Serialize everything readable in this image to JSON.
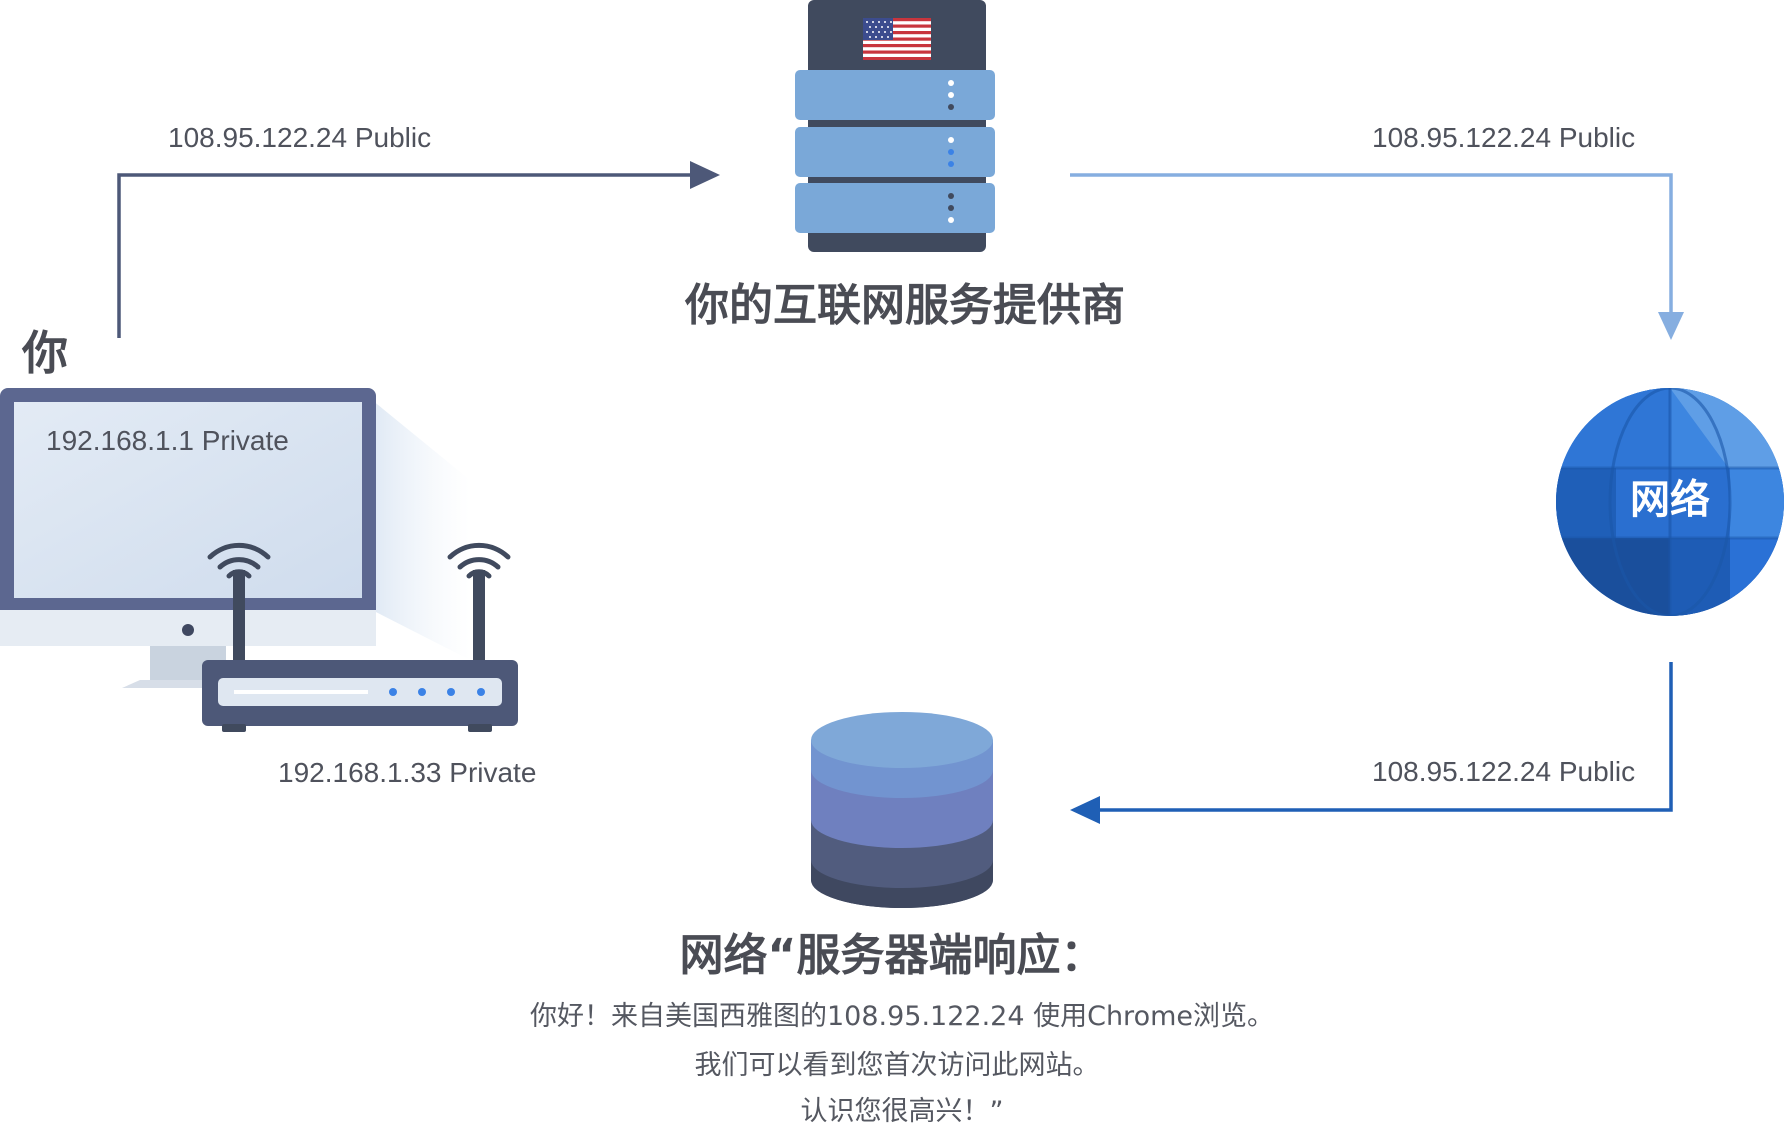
{
  "you_label": "你",
  "isp_title": "你的互联网服务提供商",
  "network_label": "网络",
  "server_title": "网络“服务器端响应：",
  "ip_labels": {
    "isp_inbound": "108.95.122.24 Public",
    "isp_outbound": "108.95.122.24 Public",
    "return_path": "108.95.122.24 Public",
    "computer": "192.168.1.1 Private",
    "router": "192.168.1.33 Private"
  },
  "server_message": [
    "你好！来自美国西雅图的108.95.122.24 使用Chrome浏览。",
    "我们可以看到您首次访问此网站。",
    "认识您很高兴！”"
  ],
  "colors": {
    "arrow_dark": "#4d5878",
    "arrow_light": "#86aee0",
    "arrow_blue": "#1f5fb5",
    "server_rack": "#404a5e",
    "server_unit": "#7aa8d8",
    "globe": "#2a6fd0",
    "database_top": "#7fa8d8",
    "database_mid": "#6f80bf",
    "database_low": "#515c7e",
    "database_base": "#3f4860",
    "text": "#4a4c54"
  },
  "icons": [
    "us-flag-icon",
    "server-icon",
    "globe-icon",
    "computer-icon",
    "router-icon",
    "wifi-icon",
    "database-icon"
  ]
}
